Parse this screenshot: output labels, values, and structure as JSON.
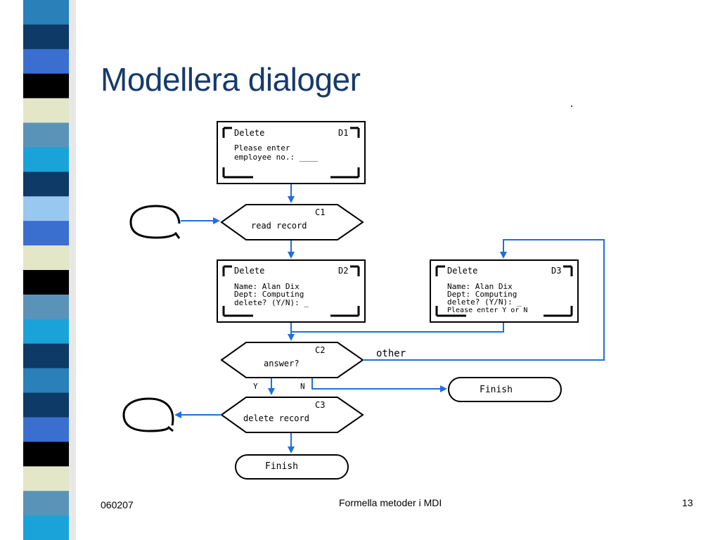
{
  "slide": {
    "title": "Modellera dialoger",
    "footer_left": "060207",
    "footer_center": "Formella metoder i MDI",
    "footer_right": "13",
    "stripe_colors": [
      "#2a80b8",
      "#0d3a66",
      "#3a6fd0",
      "#000000",
      "#e4e6c8",
      "#5a93b8",
      "#1aa3d8",
      "#0d3a66",
      "#98c8f0",
      "#3a6fd0",
      "#e4e6c8",
      "#000000",
      "#5a93b8",
      "#1aa3d8",
      "#0d3a66"
    ]
  },
  "diagram": {
    "d1": {
      "title": "Delete",
      "id": "D1",
      "line1": "Please enter",
      "line2": "employee no.: ____"
    },
    "c1": {
      "id": "C1",
      "label": "read record"
    },
    "d2": {
      "title": "Delete",
      "id": "D2",
      "line1": "Name: Alan Dix",
      "line2": "Dept: Computing",
      "line3": "delete? (Y/N):  _"
    },
    "d3": {
      "title": "Delete",
      "id": "D3",
      "line1": "Name: Alan Dix",
      "line2": "Dept: Computing",
      "line3": "delete? (Y/N):  _",
      "line4": "Please enter Y or N"
    },
    "c2": {
      "id": "C2",
      "label": "answer?",
      "other_label": "other",
      "y_label": "Y",
      "n_label": "N"
    },
    "finish1": {
      "label": "Finish"
    },
    "c3": {
      "id": "C3",
      "label": "delete record"
    },
    "finish2": {
      "label": "Finish"
    },
    "arrow_color": "#1f6fdc"
  }
}
